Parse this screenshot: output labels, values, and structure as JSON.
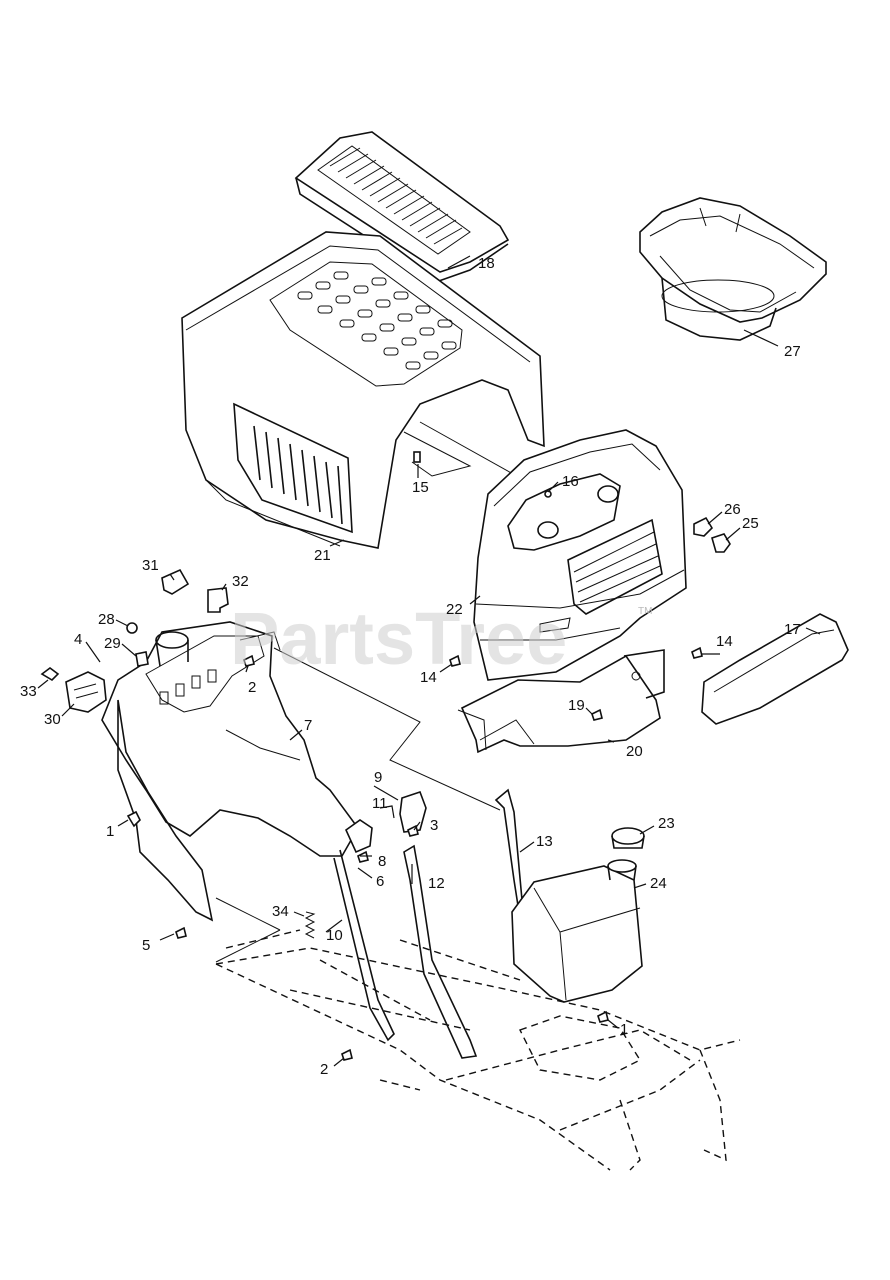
{
  "watermark": {
    "text": "PartsTree",
    "tm": "TM"
  },
  "callouts": {
    "c1a": "1",
    "c1b": "1",
    "c2a": "2",
    "c2b": "2",
    "c3": "3",
    "c4": "4",
    "c5": "5",
    "c6": "6",
    "c7": "7",
    "c8": "8",
    "c9": "9",
    "c10": "10",
    "c11": "11",
    "c12": "12",
    "c13": "13",
    "c14a": "14",
    "c14b": "14",
    "c15": "15",
    "c16": "16",
    "c17": "17",
    "c18": "18",
    "c19": "19",
    "c20": "20",
    "c21": "21",
    "c22": "22",
    "c23": "23",
    "c24": "24",
    "c25": "25",
    "c26": "26",
    "c27": "27",
    "c28": "28",
    "c29": "29",
    "c30": "30",
    "c31": "31",
    "c32": "32",
    "c33": "33",
    "c34": "34"
  }
}
